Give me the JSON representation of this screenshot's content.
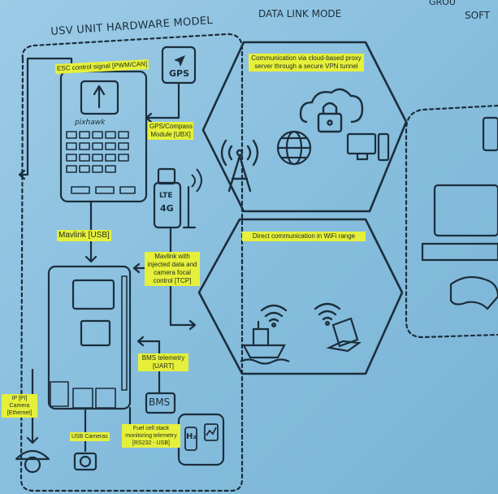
{
  "titles": {
    "usv_unit": "USV UNIT HARDWARE MODEL",
    "data_link": "DATA LINK MODE",
    "ground_partial": "GROU",
    "software_partial": "SOFT"
  },
  "labels": {
    "esc_signal": "ESC control signal [PWM/CAN]",
    "gps_compass": "GPS/Compass Module [UBX]",
    "mavlink_usb": "Mavlink [USB]",
    "mavlink_tcp": "Mavlink with injected data and camera focal control [TCP]",
    "bms_telemetry": "BMS telemetry [UART]",
    "fuel_cell": "Fuel cell stack monitoring telemetry [RS232 - USB]",
    "ip_camera": "IP [PI] Camera [Ethernet]",
    "usb_cameras": "USB Cameras",
    "cloud_link": "Communication via cloud-based proxy server through a secure VPN tunnel",
    "wifi_link": "Direct communication in WiFi range"
  },
  "device_text": {
    "gps": "GPS",
    "lte": "LTE",
    "lte_4g": "4G",
    "bms": "BMS",
    "h2": "H₂",
    "pixhawk": "pixhawk"
  },
  "colors": {
    "background": "#8ec0df",
    "highlight": "#e6f03a",
    "line": "#1b2e3c"
  },
  "icons": [
    "gps-icon",
    "lte-modem-icon",
    "antenna-icon",
    "cell-tower-icon",
    "globe-icon",
    "cloud-lock-icon",
    "desktop-icon",
    "wifi-icon",
    "boat-icon",
    "laptop-icon",
    "gamepad-icon",
    "tablet-icon",
    "dome-camera-icon",
    "usb-camera-icon",
    "bms-icon",
    "fuel-cell-icon",
    "raspberry-pi-icon",
    "pixhawk-icon"
  ]
}
